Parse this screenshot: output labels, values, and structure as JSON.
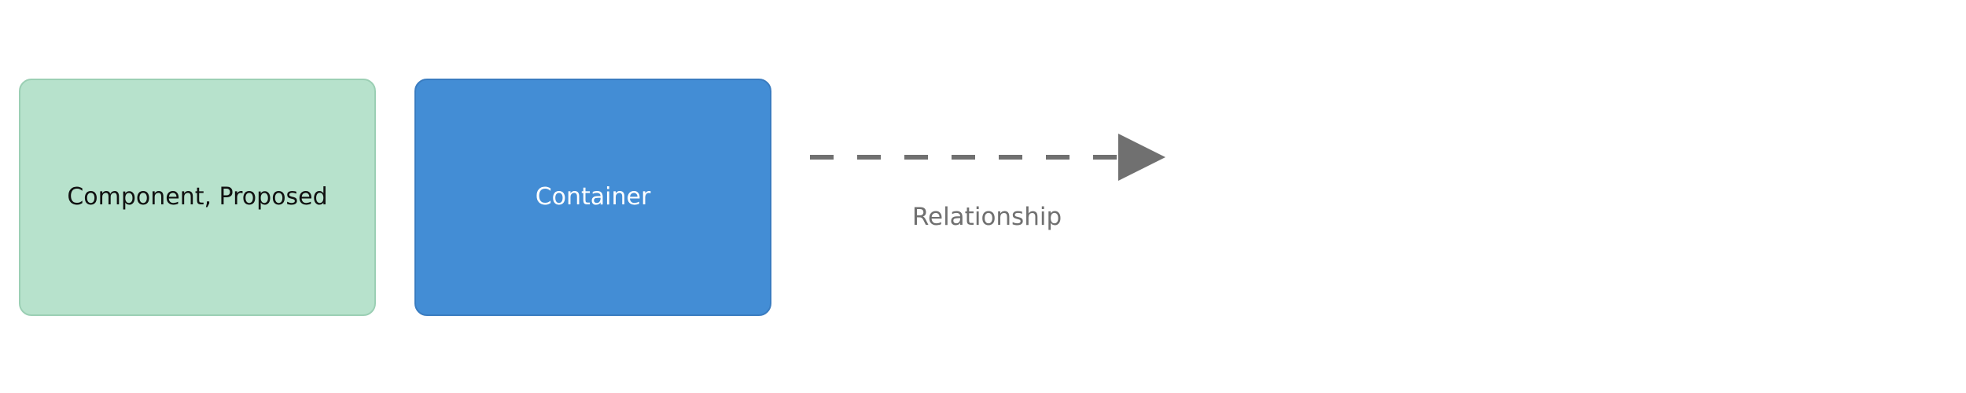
{
  "legend": {
    "items": [
      {
        "label": "Component, Proposed",
        "fill": "#b7e2cc",
        "stroke": "#9bcfb4",
        "text_color": "#111111"
      },
      {
        "label": "Container",
        "fill": "#438dd5",
        "stroke": "#3a7cc0",
        "text_color": "#ffffff"
      }
    ],
    "relationship": {
      "label": "Relationship",
      "line_style": "dashed",
      "color": "#707070"
    }
  }
}
